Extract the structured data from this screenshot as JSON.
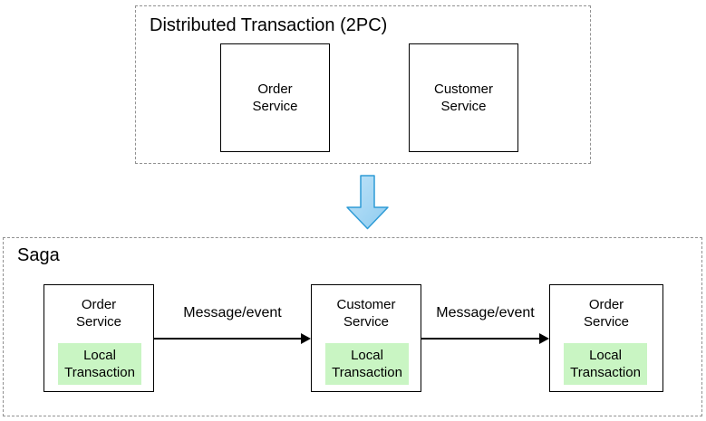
{
  "colors": {
    "background": "#ffffff",
    "box_border": "#000000",
    "dashed_border": "#919191",
    "local_transaction_fill": "#c9f5c3",
    "down_arrow_fill_light": "#bfe3f8",
    "down_arrow_fill_dark": "#8fccf0",
    "down_arrow_border": "#2e9bd6",
    "text": "#000000"
  },
  "two_pc": {
    "title": "Distributed Transaction (2PC)",
    "services": [
      {
        "name": "Order\nService"
      },
      {
        "name": "Customer\nService"
      }
    ]
  },
  "transform_arrow": {
    "icon": "down-arrow-icon"
  },
  "saga": {
    "title": "Saga",
    "steps": [
      {
        "service": "Order\nService",
        "local_transaction": "Local\nTransaction"
      },
      {
        "service": "Customer\nService",
        "local_transaction": "Local\nTransaction"
      },
      {
        "service": "Order\nService",
        "local_transaction": "Local\nTransaction"
      }
    ],
    "connections": [
      {
        "label": "Message/event"
      },
      {
        "label": "Message/event"
      }
    ]
  }
}
